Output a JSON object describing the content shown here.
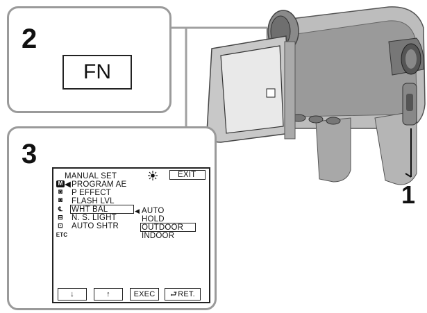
{
  "steps": [
    {
      "number": "2",
      "button_label": "FN"
    },
    {
      "number": "3"
    }
  ],
  "callout": {
    "number": "1"
  },
  "menu": {
    "title": "MANUAL SET",
    "exit_label": "EXIT",
    "items": [
      "PROGRAM AE",
      "P EFFECT",
      "FLASH LVL",
      "WHT BAL",
      "N. S. LIGHT",
      "AUTO SHTR"
    ],
    "selected_item": "WHT BAL",
    "etc_label": "ETC",
    "sub_selector": "AUTO",
    "options": [
      "HOLD",
      "OUTDOOR",
      "INDOOR"
    ],
    "highlighted_option": "OUTDOOR",
    "softkeys": {
      "down": "↓",
      "up": "↑",
      "exec": "EXEC",
      "ret": "RET."
    }
  },
  "icons": {
    "brightness": "sun-icon",
    "manual": "manual-mode-icon",
    "camera": "camera-mode-icon",
    "tape": "tape-icon",
    "return": "return-arrow-icon"
  }
}
